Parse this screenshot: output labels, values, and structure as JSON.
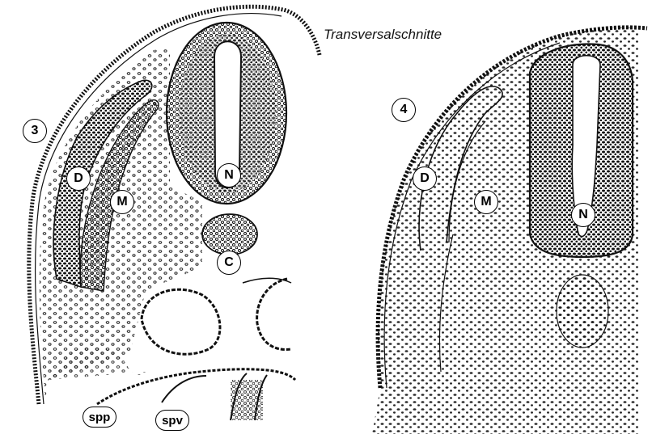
{
  "title": "Transversalschnitte",
  "figure_numbers": [
    "3",
    "4"
  ],
  "labels": {
    "left": {
      "D": "D",
      "M": "M",
      "N": "N",
      "C": "C",
      "spp": "spp",
      "spv": "spv"
    },
    "right": {
      "D": "D",
      "M": "M",
      "N": "N"
    }
  },
  "colors": {
    "ink": "#111111",
    "background": "#ffffff"
  }
}
